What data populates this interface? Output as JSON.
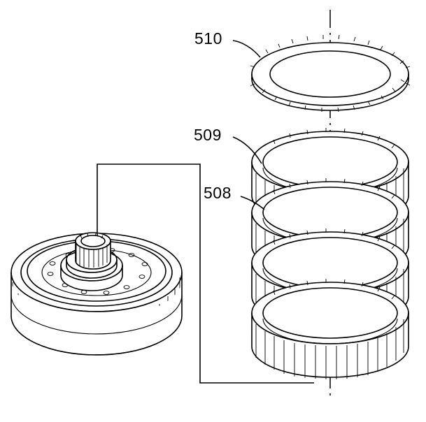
{
  "diagram": {
    "title": "",
    "background_color": "#ffffff",
    "line_color": "#000000",
    "callouts": [
      {
        "id": "510",
        "label": "510",
        "target": "top clutch ring / snap ring"
      },
      {
        "id": "509",
        "label": "509",
        "target": "upper clutch plate stack"
      },
      {
        "id": "508",
        "label": "508",
        "target": "clutch plate pack"
      }
    ],
    "parts": [
      {
        "name": "clutch-drum-assembly",
        "position": "left"
      },
      {
        "name": "clutch-plate-stack",
        "position": "right"
      },
      {
        "name": "retaining-ring",
        "position": "top-right"
      }
    ],
    "centerline": {
      "visible": true,
      "style": "dash-dot"
    },
    "bracket": {
      "visible": true,
      "style": "leader-bracket"
    }
  }
}
